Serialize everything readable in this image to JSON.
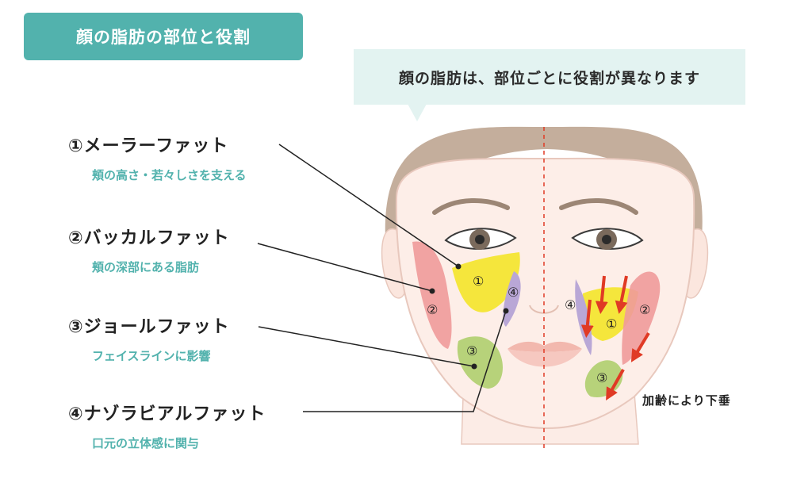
{
  "title": "顔の脂肪の部位と役割",
  "callout": "顔の脂肪は、部位ごとに役割が異なります",
  "fats": [
    {
      "name": "①メーラーファット",
      "desc": "頬の高さ・若々しさを支える",
      "color": "#f5e63c"
    },
    {
      "name": "②バッカルファット",
      "desc": "頬の深部にある脂肪",
      "color": "#ef9a9a"
    },
    {
      "name": "③ジョールファット",
      "desc": "フェイスラインに影響",
      "color": "#b7d27a"
    },
    {
      "name": "④ナゾラビアルファット",
      "desc": "口元の立体感に関与",
      "color": "#b9a7d6"
    }
  ],
  "markers": {
    "m1": "①",
    "m2": "②",
    "m3": "③",
    "m4": "④"
  },
  "aging_note": "加齢により下垂",
  "colors": {
    "accent": "#52b2ad",
    "callout_bg": "#e3f3f1",
    "arrow": "#e03a25",
    "divider": "#e03a25"
  }
}
